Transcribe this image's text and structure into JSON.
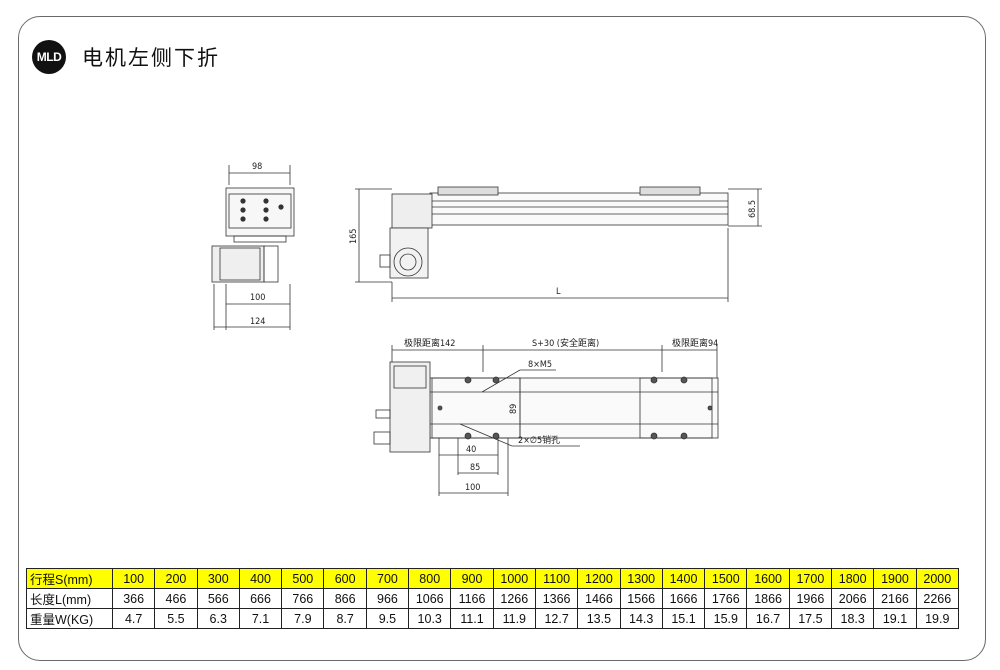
{
  "header": {
    "logo_text": "MLD",
    "title": "电机左侧下折"
  },
  "side_view": {
    "dim_top": "98",
    "dim_bottom_inner": "100",
    "dim_bottom_outer": "124"
  },
  "front_view": {
    "dim_height": "165",
    "dim_rail_height": "68.5",
    "dim_length": "L"
  },
  "top_view": {
    "limit_left": "极限距离142",
    "safety": "S+30 (安全距离)",
    "limit_right": "极限距离94",
    "screws": "8×M5",
    "pins": "2×∅5销孔",
    "dim_width": "89",
    "dim_40": "40",
    "dim_85": "85",
    "dim_100": "100"
  },
  "spec_table": {
    "rows": [
      {
        "label": "行程S(mm)",
        "values": [
          "100",
          "200",
          "300",
          "400",
          "500",
          "600",
          "700",
          "800",
          "900",
          "1000",
          "1100",
          "1200",
          "1300",
          "1400",
          "1500",
          "1600",
          "1700",
          "1800",
          "1900",
          "2000"
        ]
      },
      {
        "label": "长度L(mm)",
        "values": [
          "366",
          "466",
          "566",
          "666",
          "766",
          "866",
          "966",
          "1066",
          "1166",
          "1266",
          "1366",
          "1466",
          "1566",
          "1666",
          "1766",
          "1866",
          "1966",
          "2066",
          "2166",
          "2266"
        ]
      },
      {
        "label": "重量W(KG)",
        "values": [
          "4.7",
          "5.5",
          "6.3",
          "7.1",
          "7.9",
          "8.7",
          "9.5",
          "10.3",
          "11.1",
          "11.9",
          "12.7",
          "13.5",
          "14.3",
          "15.1",
          "15.9",
          "16.7",
          "17.5",
          "18.3",
          "19.1",
          "19.9"
        ]
      }
    ],
    "highlight_color": "#ffff00"
  }
}
